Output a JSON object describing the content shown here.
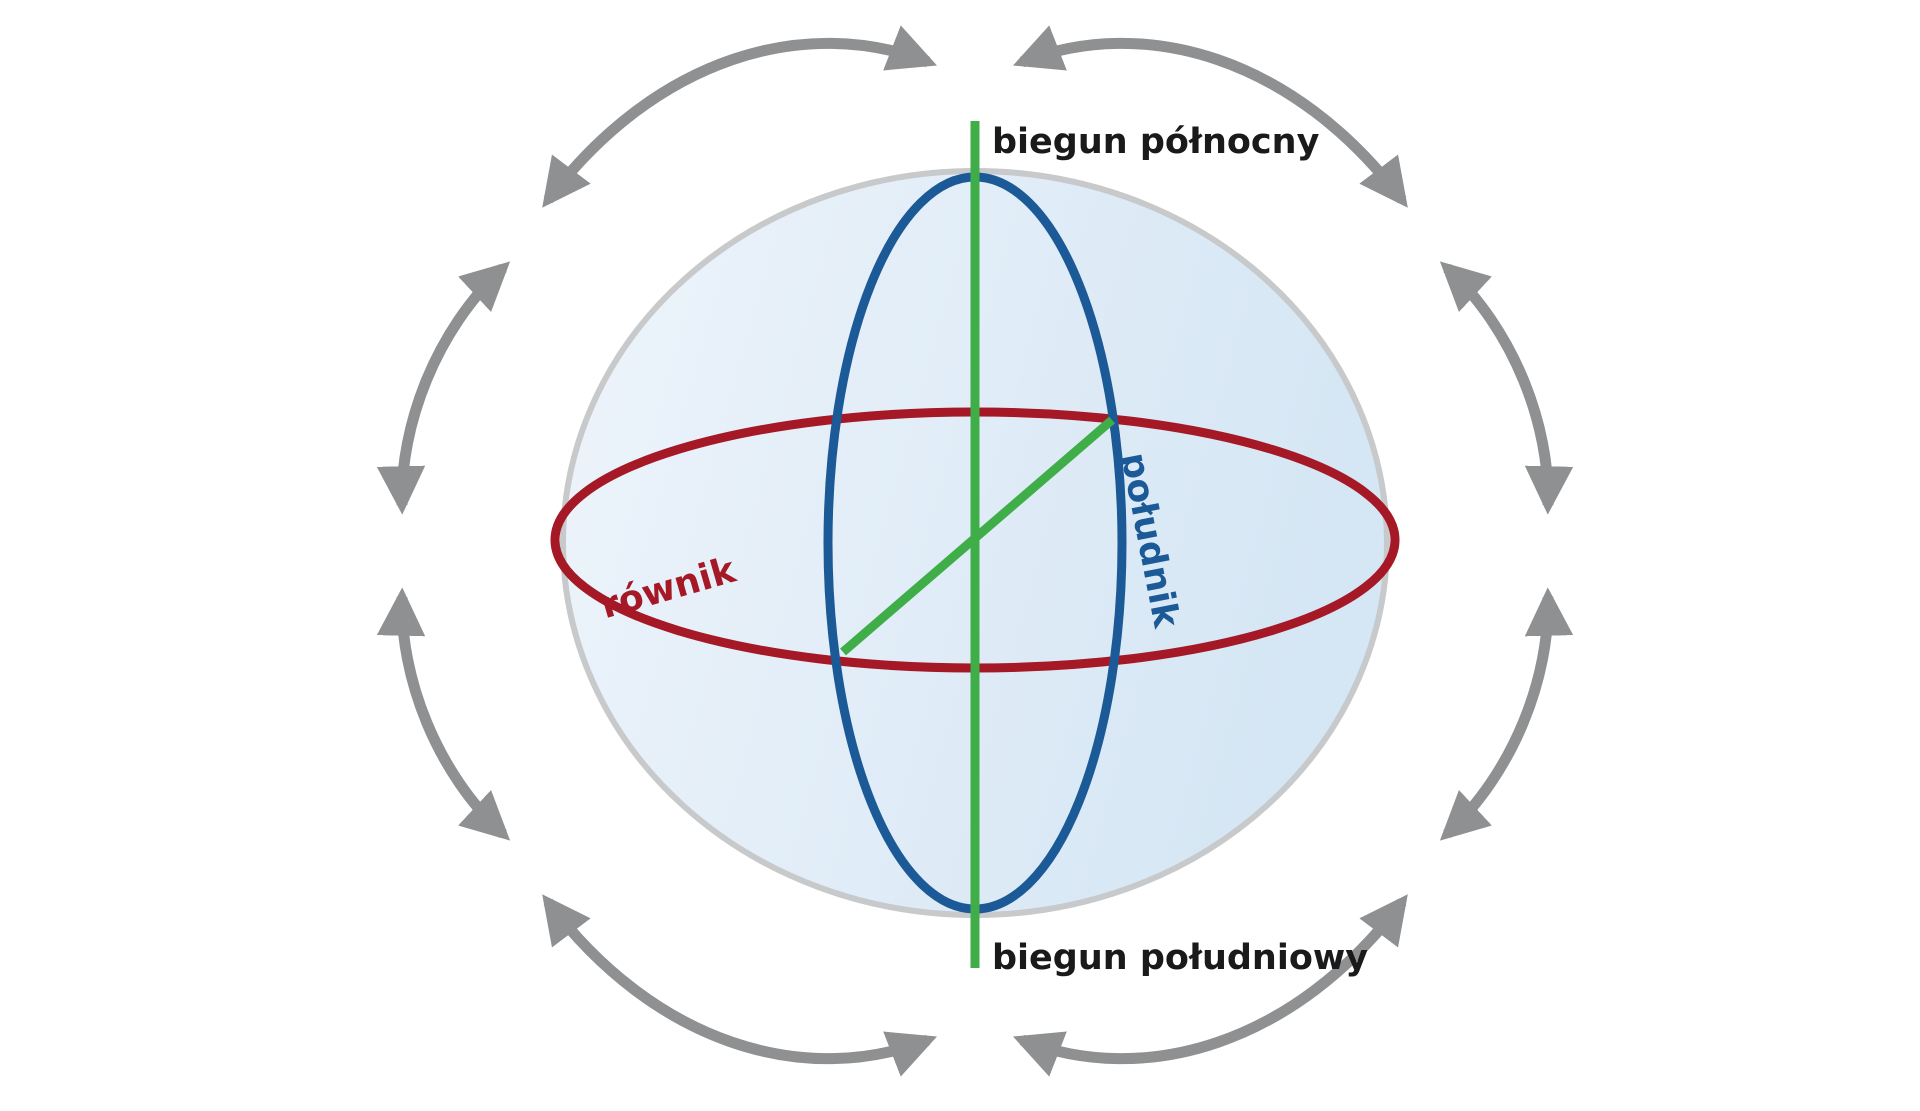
{
  "figure": {
    "type": "diagram",
    "description_labels": {
      "north_pole": "biegun północny",
      "south_pole": "biegun południowy",
      "equator": "równik",
      "meridian": "południk"
    },
    "colors": {
      "background": "#ffffff",
      "globe_fill_light": "#ecf3fa",
      "globe_fill_dark": "#d7e7f4",
      "globe_stroke": "#c7c9cb",
      "equator": "#a51926",
      "meridian": "#1b5a97",
      "axis": "#3fae49",
      "arrows": "#8e9091",
      "label_text": "#1a1a1a"
    }
  }
}
